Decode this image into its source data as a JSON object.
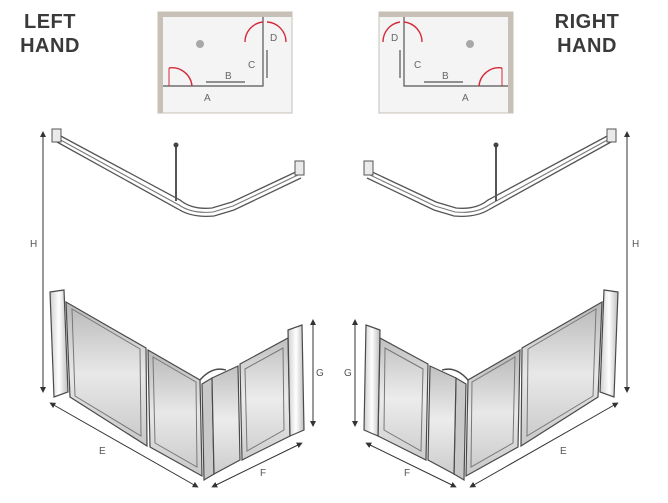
{
  "labels": {
    "left_line1": "LEFT",
    "left_line2": "HAND",
    "right_line1": "RIGHT",
    "right_line2": "HAND"
  },
  "plan_left": {
    "a": "A",
    "b": "B",
    "c": "C",
    "d": "D"
  },
  "plan_right": {
    "a": "A",
    "b": "B",
    "c": "C",
    "d": "D"
  },
  "dimensions_left": {
    "h": "H",
    "e": "E",
    "f": "F",
    "g": "G"
  },
  "dimensions_right": {
    "h": "H",
    "e": "E",
    "f": "F",
    "g": "G"
  },
  "colors": {
    "wall": "#c7c0b6",
    "door_arc": "#d42a3a",
    "frame": "#555555",
    "glass": "#d9d9d9"
  }
}
